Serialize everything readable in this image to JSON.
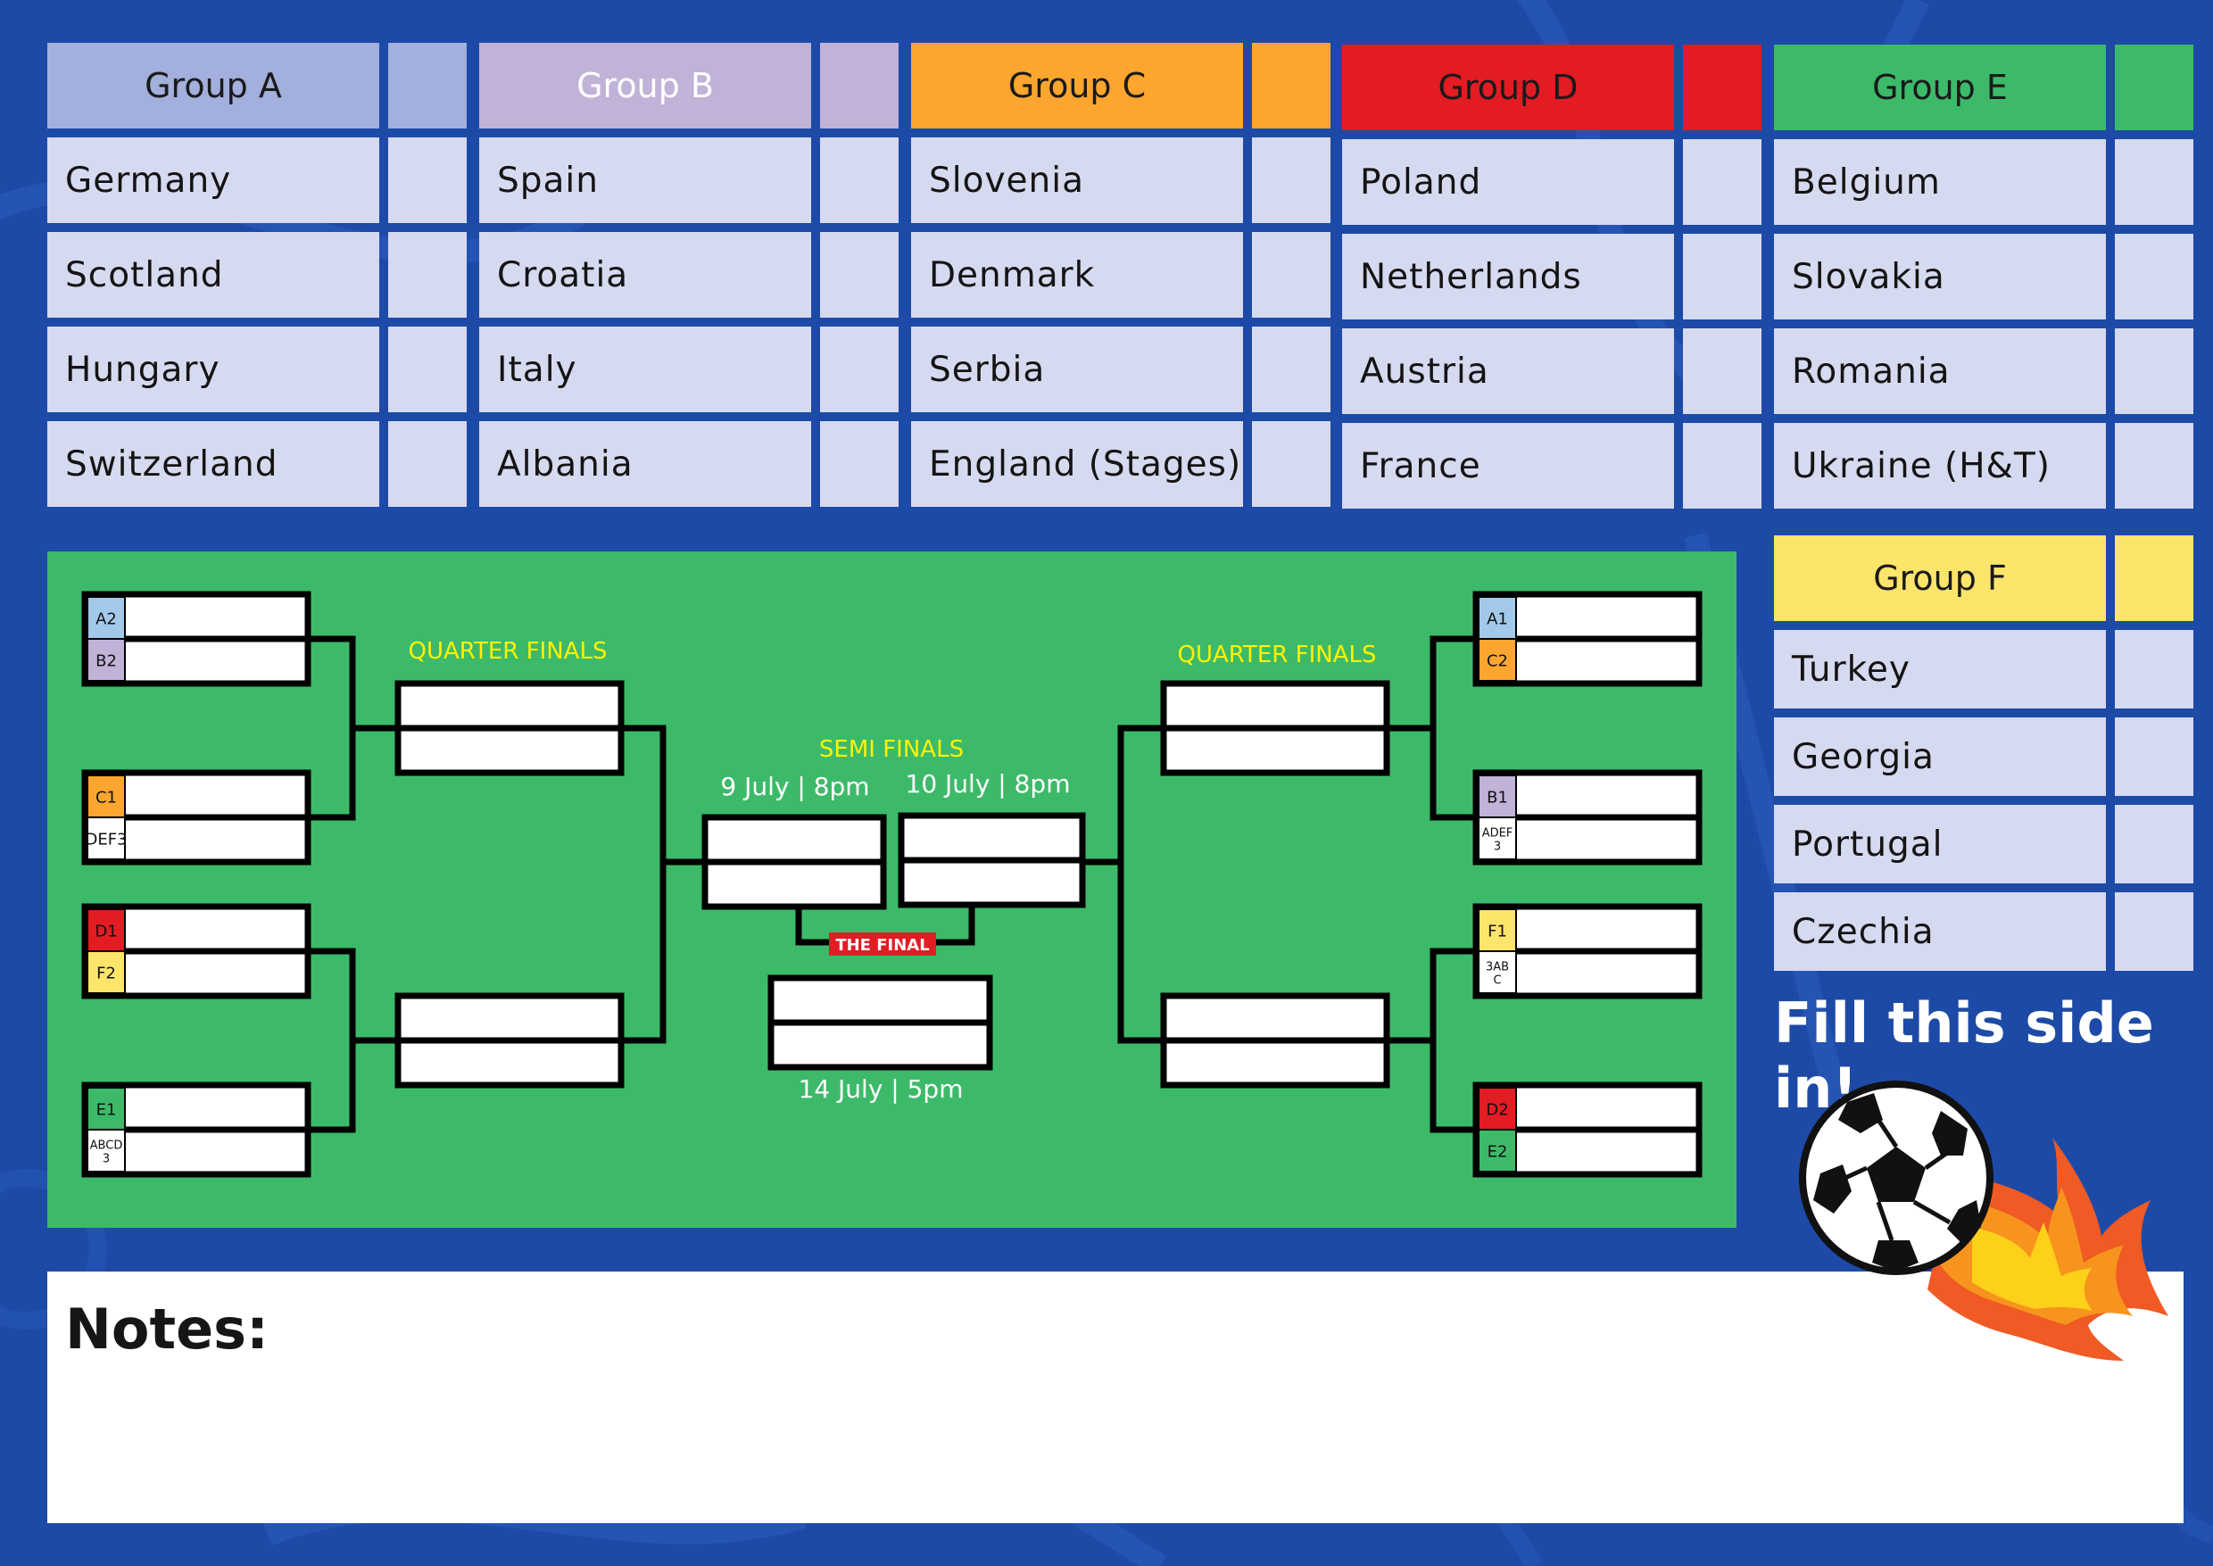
{
  "groups": [
    {
      "name": "Group A",
      "header_color": "#a3afdc",
      "header_text_color": "#1a1a1a",
      "teams": [
        "Germany",
        "Scotland",
        "Hungary",
        "Switzerland"
      ]
    },
    {
      "name": "Group B",
      "header_color": "#c1b2d8",
      "header_text_color": "#ffffff",
      "teams": [
        "Spain",
        "Croatia",
        "Italy",
        "Albania"
      ]
    },
    {
      "name": "Group C",
      "header_color": "#fca62f",
      "header_text_color": "#1a1a1a",
      "teams": [
        "Slovenia",
        "Denmark",
        "Serbia",
        "England (Stages)"
      ]
    },
    {
      "name": "Group D",
      "header_color": "#e31b23",
      "header_text_color": "#1a1a1a",
      "teams": [
        "Poland",
        "Netherlands",
        "Austria",
        "France"
      ]
    },
    {
      "name": "Group E",
      "header_color": "#3dba69",
      "header_text_color": "#1a1a1a",
      "teams": [
        "Belgium",
        "Slovakia",
        "Romania",
        "Ukraine (H&T)"
      ]
    },
    {
      "name": "Group F",
      "header_color": "#fde56b",
      "header_text_color": "#1a1a1a",
      "teams": [
        "Turkey",
        "Georgia",
        "Portugal",
        "Czechia"
      ]
    }
  ],
  "bracket": {
    "quarter_finals_label": "QUARTER FINALS",
    "semi_finals_label": "SEMI FINALS",
    "semi_dates": [
      "9 July | 8pm",
      "10 July | 8pm"
    ],
    "final_label": "THE FINAL",
    "final_date": "14 July | 5pm",
    "seeds": {
      "A2": {
        "text": "A2",
        "color": "#a3c9ea"
      },
      "B2": {
        "text": "B2",
        "color": "#c1b2d8"
      },
      "C1": {
        "text": "C1",
        "color": "#fca62f"
      },
      "DEF3": {
        "text": "DEF3",
        "color": "#ffffff"
      },
      "D1": {
        "text": "D1",
        "color": "#e31b23"
      },
      "F2": {
        "text": "F2",
        "color": "#fde56b"
      },
      "E1": {
        "text": "E1",
        "color": "#3dba69"
      },
      "ABCD3": {
        "text": "ABCD 3",
        "color": "#ffffff"
      },
      "A1": {
        "text": "A1",
        "color": "#a3c9ea"
      },
      "C2": {
        "text": "C2",
        "color": "#fca62f"
      },
      "B1": {
        "text": "B1",
        "color": "#c1b2d8"
      },
      "ADEF3": {
        "text": "ADEF 3",
        "color": "#ffffff"
      },
      "F1": {
        "text": "F1",
        "color": "#fde56b"
      },
      "ABC3": {
        "text": "3AB C",
        "color": "#ffffff"
      },
      "D2": {
        "text": "D2",
        "color": "#e31b23"
      },
      "E2": {
        "text": "E2",
        "color": "#3dba69"
      }
    }
  },
  "side_text": "Fill this side in!",
  "notes_label": "Notes:",
  "colors": {
    "background": "#1d4aa6",
    "bracket_green": "#3dba69",
    "label_yellow": "#fff200",
    "cell": "#d6daf0"
  }
}
